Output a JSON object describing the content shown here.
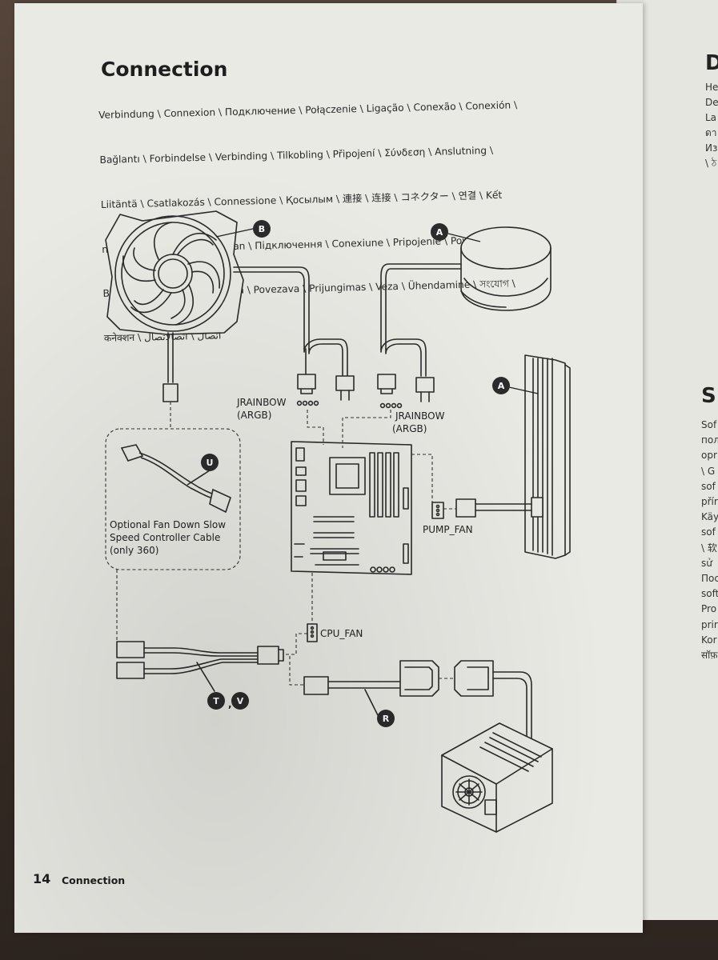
{
  "page": {
    "title": "Connection",
    "languages": [
      "Verbindung \\ Connexion \\ Подключение \\ Połączenie \\ Ligação \\ Conexão \\ Conexión \\",
      "Bağlantı \\ Forbindelse \\ Verbinding \\ Tilkobling \\ Připojení \\ Σύνδεση \\ Anslutning \\",
      "Liitäntä \\ Csatlakozás \\ Connessione \\ Қосылым \\ 連接 \\ 连接 \\ コネクター \\ 연결 \\ Kết",
      "nối \\ การเชื่อมต่อ \\ Sambungan \\ Підключення \\ Conexiune \\ Pripojenie \\ Povezivanje \\",
      "Връзка \\ Savienojums \\ Veza \\ Povezava \\ Prijungimas \\ Veza \\ Ühendamine \\ সংযোগ \\",
      "कनेक्शन \\                                             اتصال \\ اتصالاتصال"
    ],
    "footer": {
      "page_number": "14",
      "label": "Connection"
    }
  },
  "diagram": {
    "badges": {
      "b": "B",
      "a_pump": "A",
      "a_radiator": "A",
      "u": "U",
      "t": "T",
      "v": "V",
      "r": "R"
    },
    "labels": {
      "jrainbow_left_1": "JRAINBOW",
      "jrainbow_left_2": "(ARGB)",
      "jrainbow_right_1": "JRAINBOW",
      "jrainbow_right_2": "(ARGB)",
      "pump_fan": "PUMP_FAN",
      "cpu_fan": "CPU_FAN",
      "optional_1": "Optional Fan Down Slow",
      "optional_2": "Speed Controller Cable",
      "optional_3": "(only 360)"
    }
  },
  "right_page": {
    "heading_d": "D",
    "lines_top": [
      "He",
      "De",
      "La",
      "ดา",
      "Из",
      "\\ ঠ"
    ],
    "heading_s": "S",
    "lines_bottom": [
      "Sof",
      "пол",
      "opr",
      "\\ G",
      "sof",
      "přír",
      "Käy",
      "sof",
      "\\ 软",
      "sử",
      "Пос",
      "soft",
      "Pro",
      "prir",
      "Kor",
      "सॉफ़"
    ]
  },
  "colors": {
    "paper": "#e9eae4",
    "ink": "#222222",
    "badge": "#2b2b2b"
  }
}
